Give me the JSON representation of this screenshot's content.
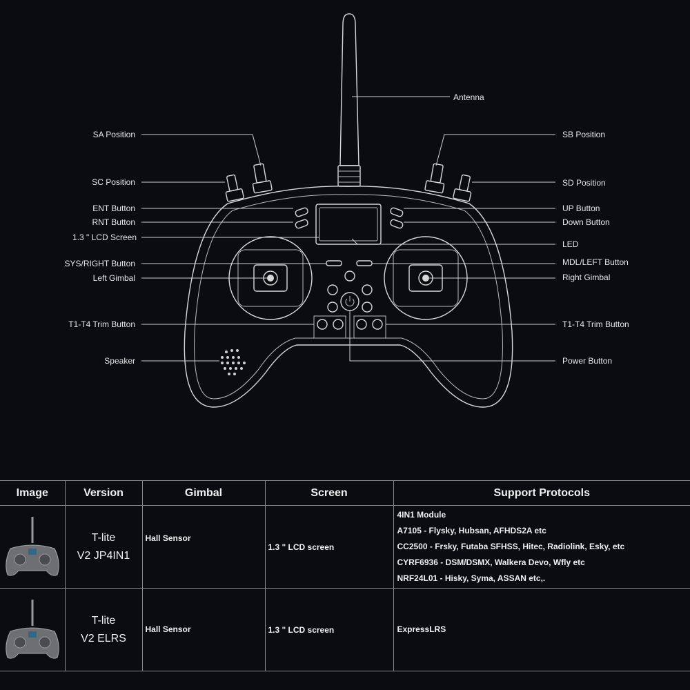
{
  "diagram": {
    "labels": {
      "antenna": "Antenna",
      "sa": "SA  Position",
      "sb": "SB  Position",
      "sc": "SC  Position",
      "sd": "SD  Position",
      "ent": "ENT  Button",
      "up": "UP  Button",
      "rnt": "RNT  Button",
      "down": "Down  Button",
      "lcd": "1.3 \" LCD Screen",
      "led": "LED",
      "sys": "SYS/RIGHT Button",
      "mdl": "MDL/LEFT Button",
      "left_gimbal": "Left Gimbal",
      "right_gimbal": "Right Gimbal",
      "trim_left": "T1-T4 Trim Button",
      "trim_right": "T1-T4 Trim Button",
      "speaker": "Speaker",
      "power": "Power Button"
    }
  },
  "table": {
    "headers": [
      "Image",
      "Version",
      "Gimbal",
      "Screen",
      "Support Protocols"
    ],
    "rows": [
      {
        "version_line1": "T-lite",
        "version_line2": "V2 JP4IN1",
        "gimbal": "Hall Sensor",
        "screen": "1.3 \" LCD screen",
        "protocols": [
          "4IN1 Module",
          "A7105 - Flysky, Hubsan, AFHDS2A etc",
          "CC2500 - Frsky, Futaba SFHSS, Hitec, Radiolink, Esky,  etc",
          "CYRF6936 - DSM/DSMX, Walkera Devo, Wfly etc",
          "NRF24L01 - Hisky, Syma, ASSAN etc,."
        ]
      },
      {
        "version_line1": "T-lite",
        "version_line2": "V2 ELRS",
        "gimbal": "Hall Sensor",
        "screen": "1.3 \" LCD screen",
        "protocols": [
          "ExpressLRS"
        ]
      }
    ]
  }
}
